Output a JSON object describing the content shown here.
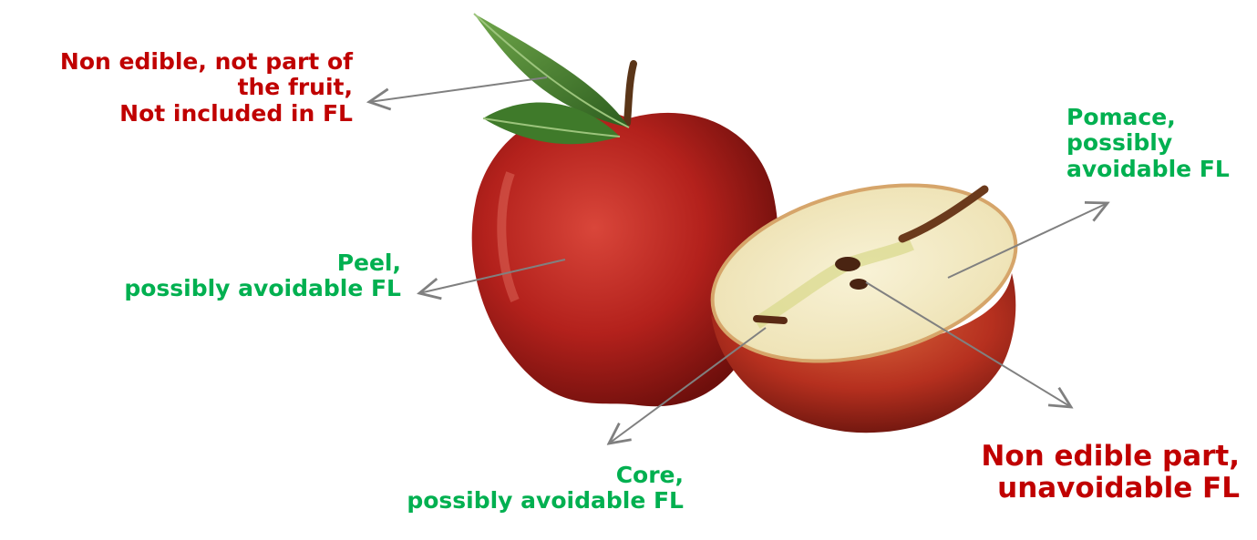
{
  "labels": {
    "leaf": {
      "lines": [
        "Non edible, not part of",
        "the fruit,",
        "Not included in FL"
      ],
      "color": "#c00000"
    },
    "pomace": {
      "lines": [
        "Pomace,",
        "possibly",
        "avoidable FL"
      ],
      "color": "#00b050"
    },
    "peel": {
      "lines": [
        "Peel,",
        "possibly avoidable FL"
      ],
      "color": "#00b050"
    },
    "core": {
      "lines": [
        "Core,",
        "possibly avoidable FL"
      ],
      "color": "#00b050"
    },
    "seeds": {
      "lines": [
        "Non edible part,",
        "unavoidable FL"
      ],
      "color": "#c00000"
    }
  },
  "colors": {
    "arrow": "#808080",
    "apple_red": "#b3211c",
    "flesh": "#f3ebc6",
    "leaf": "#3f7a2a"
  }
}
